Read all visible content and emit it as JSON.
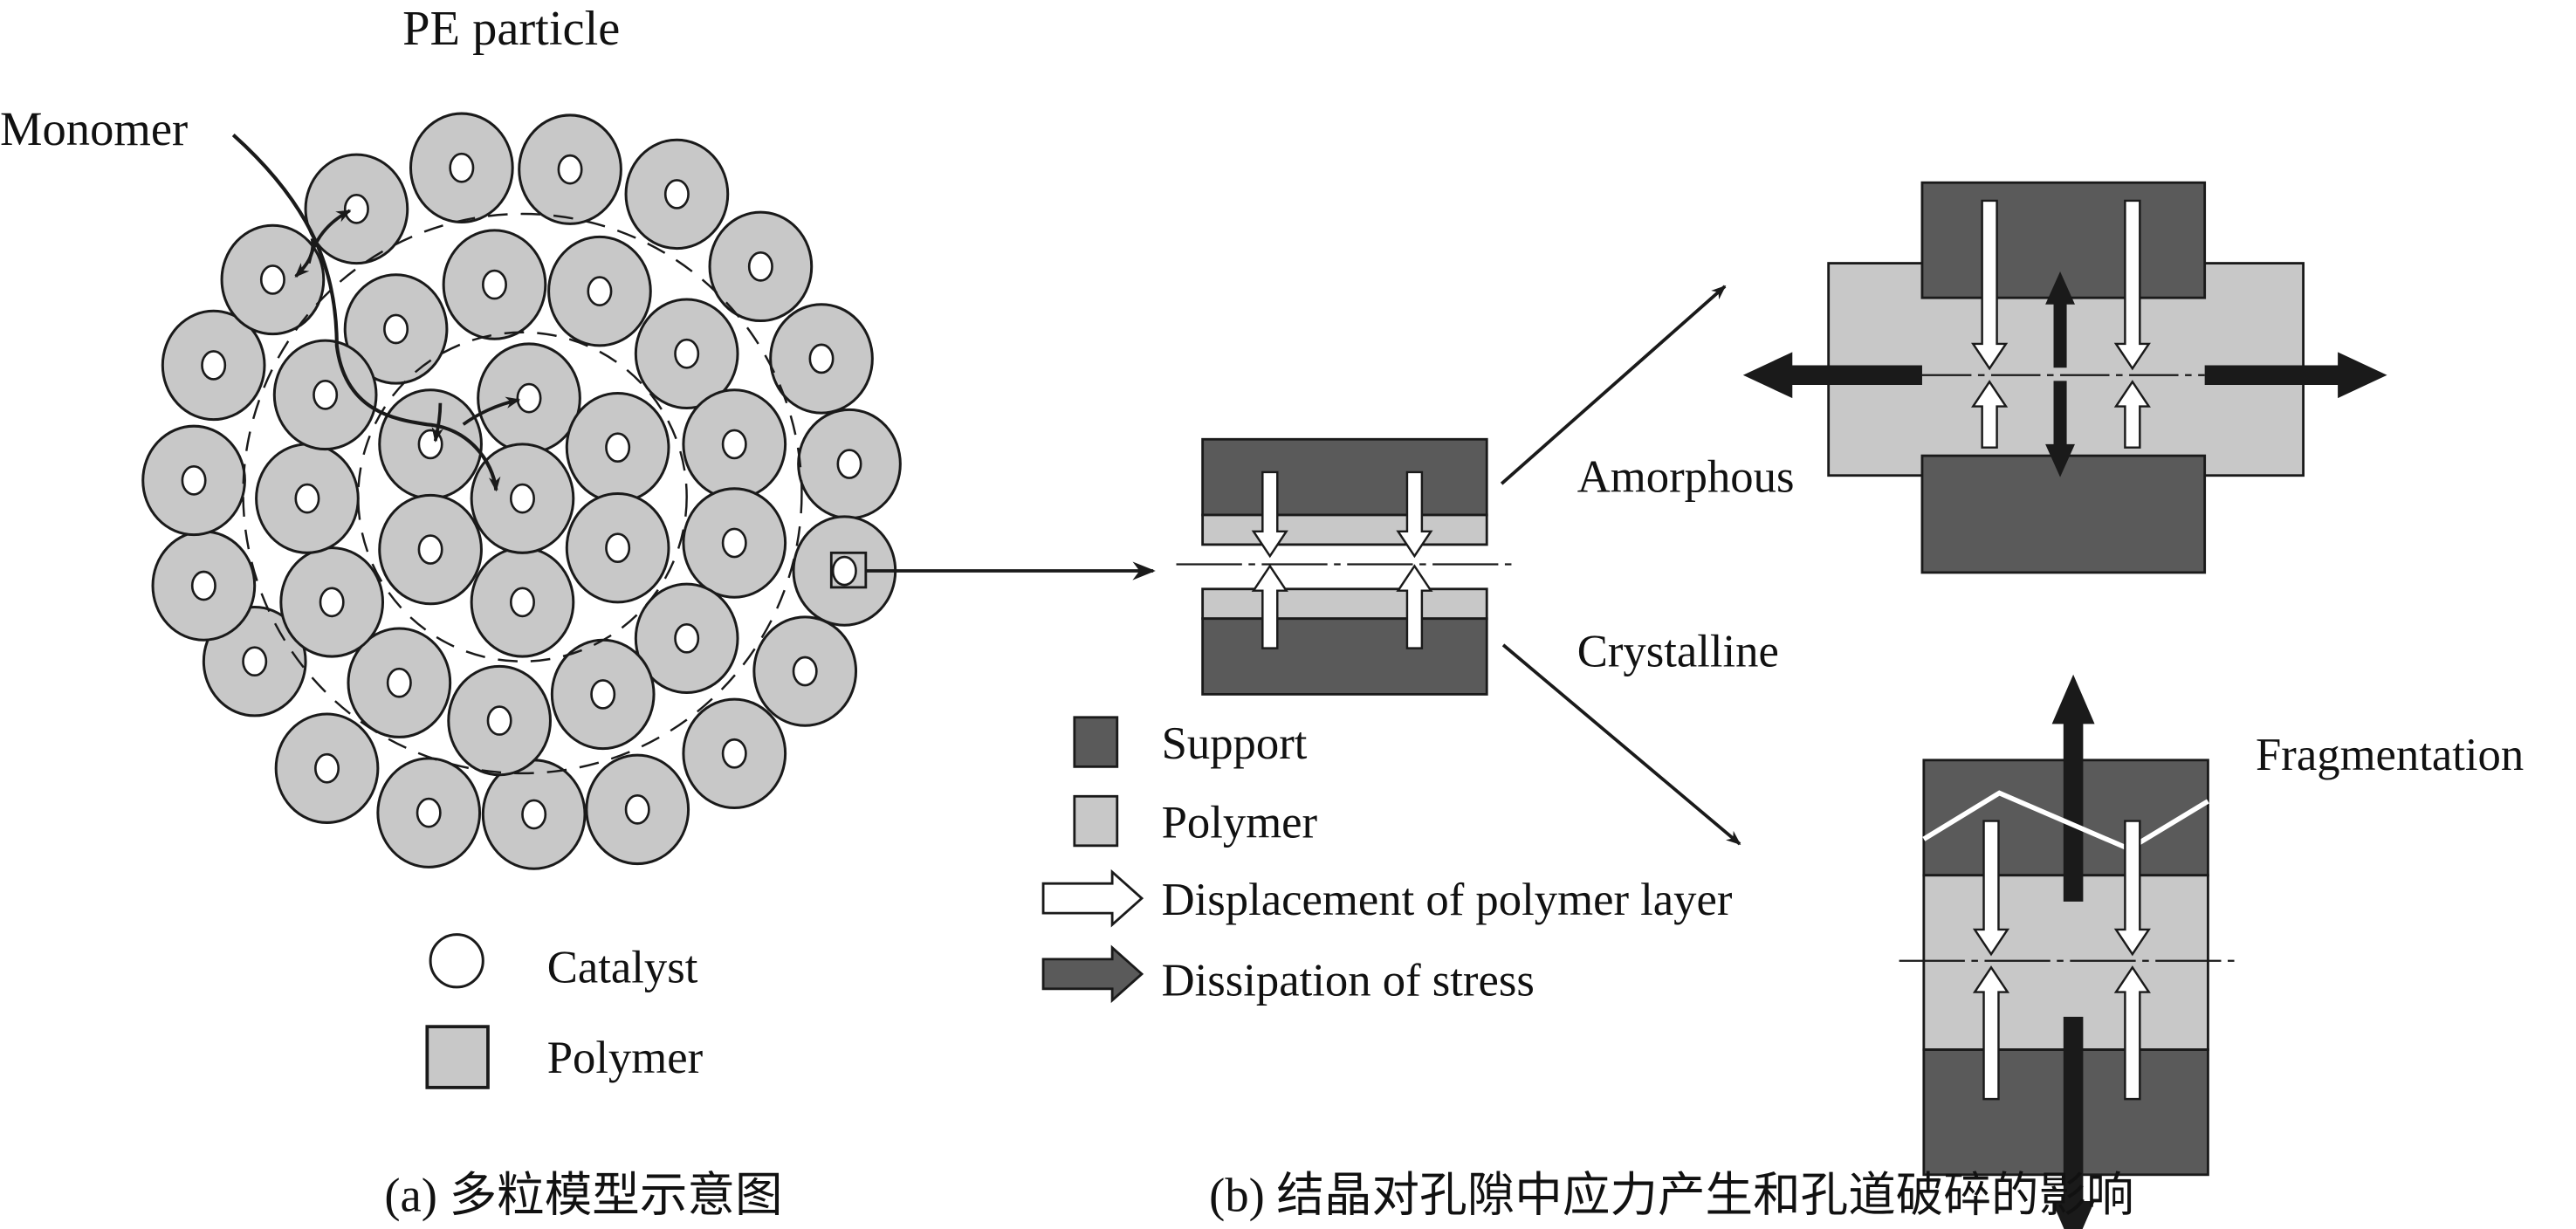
{
  "colors": {
    "support": "#5a5a5a",
    "polymer": "#c8c8c8",
    "stroke": "#1a1a1a",
    "stress_arrow": "#1a1a1a",
    "displacement_arrow": "#ffffff",
    "crack": "#ffffff",
    "background": "#ffffff"
  },
  "panel_a": {
    "title": "PE particle",
    "monomer_label": "Monomer",
    "legend": [
      {
        "icon": "catalyst-circle-icon",
        "label": "Catalyst"
      },
      {
        "icon": "polymer-square-icon",
        "label": "Polymer"
      }
    ],
    "caption": "(a) 多粒模型示意图"
  },
  "panel_b": {
    "amorphous_label": "Amorphous",
    "crystalline_label": "Crystalline",
    "fragmentation_label": "Fragmentation",
    "legend": [
      {
        "icon": "support-swatch-icon",
        "label": "Support"
      },
      {
        "icon": "polymer-swatch-icon",
        "label": "Polymer"
      },
      {
        "icon": "hollow-arrow-icon",
        "label": "Displacement of polymer layer"
      },
      {
        "icon": "filled-arrow-icon",
        "label": "Dissipation of stress"
      }
    ],
    "caption": "(b) 结晶对孔隙中应力产生和孔道破碎的影响"
  }
}
